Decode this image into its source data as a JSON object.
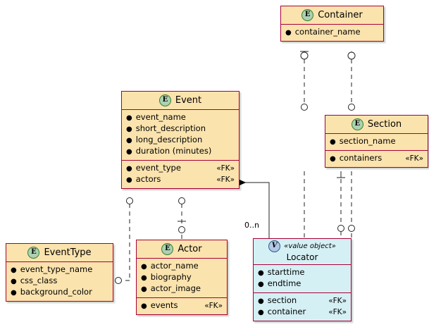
{
  "diagram": {
    "type": "entity-relationship-class-diagram",
    "entities": [
      {
        "id": "container",
        "badge": "E",
        "title": "Container",
        "attributes": [
          {
            "name": "container_name",
            "fk": ""
          }
        ]
      },
      {
        "id": "section",
        "badge": "E",
        "title": "Section",
        "attributes": [
          {
            "name": "section_name",
            "fk": ""
          }
        ],
        "attributes2": [
          {
            "name": "containers",
            "fk": "«FK»"
          }
        ]
      },
      {
        "id": "event",
        "badge": "E",
        "title": "Event",
        "attributes": [
          {
            "name": "event_name",
            "fk": ""
          },
          {
            "name": "short_description",
            "fk": ""
          },
          {
            "name": "long_description",
            "fk": ""
          },
          {
            "name": "duration (minutes)",
            "fk": ""
          }
        ],
        "attributes2": [
          {
            "name": "event_type",
            "fk": "«FK»"
          },
          {
            "name": "actors",
            "fk": "«FK»"
          }
        ]
      },
      {
        "id": "eventtype",
        "badge": "E",
        "title": "EventType",
        "attributes": [
          {
            "name": "event_type_name",
            "fk": ""
          },
          {
            "name": "css_class",
            "fk": ""
          },
          {
            "name": "background_color",
            "fk": ""
          }
        ]
      },
      {
        "id": "actor",
        "badge": "E",
        "title": "Actor",
        "attributes": [
          {
            "name": "actor_name",
            "fk": ""
          },
          {
            "name": "biography",
            "fk": ""
          },
          {
            "name": "actor_image",
            "fk": ""
          }
        ],
        "attributes2": [
          {
            "name": "events",
            "fk": "«FK»"
          }
        ]
      },
      {
        "id": "locator",
        "badge": "V",
        "stereotype": "«value object»",
        "title": "Locator",
        "attributes": [
          {
            "name": "starttime",
            "fk": ""
          },
          {
            "name": "endtime",
            "fk": ""
          }
        ],
        "attributes2": [
          {
            "name": "section",
            "fk": "«FK»"
          },
          {
            "name": "container",
            "fk": "«FK»"
          }
        ]
      }
    ],
    "labels": [
      {
        "id": "locator-multiplicity",
        "text": "0..n"
      }
    ],
    "colors": {
      "entity_fill": "#fbe3ae",
      "value_object_fill": "#d5f0f5",
      "border": "#a80036",
      "badge_entity_fill": "#add1b2",
      "badge_entity_border": "#38812e",
      "badge_value_fill": "#b4c7e7",
      "badge_value_border": "#2a5f86",
      "line": "#222222"
    }
  }
}
